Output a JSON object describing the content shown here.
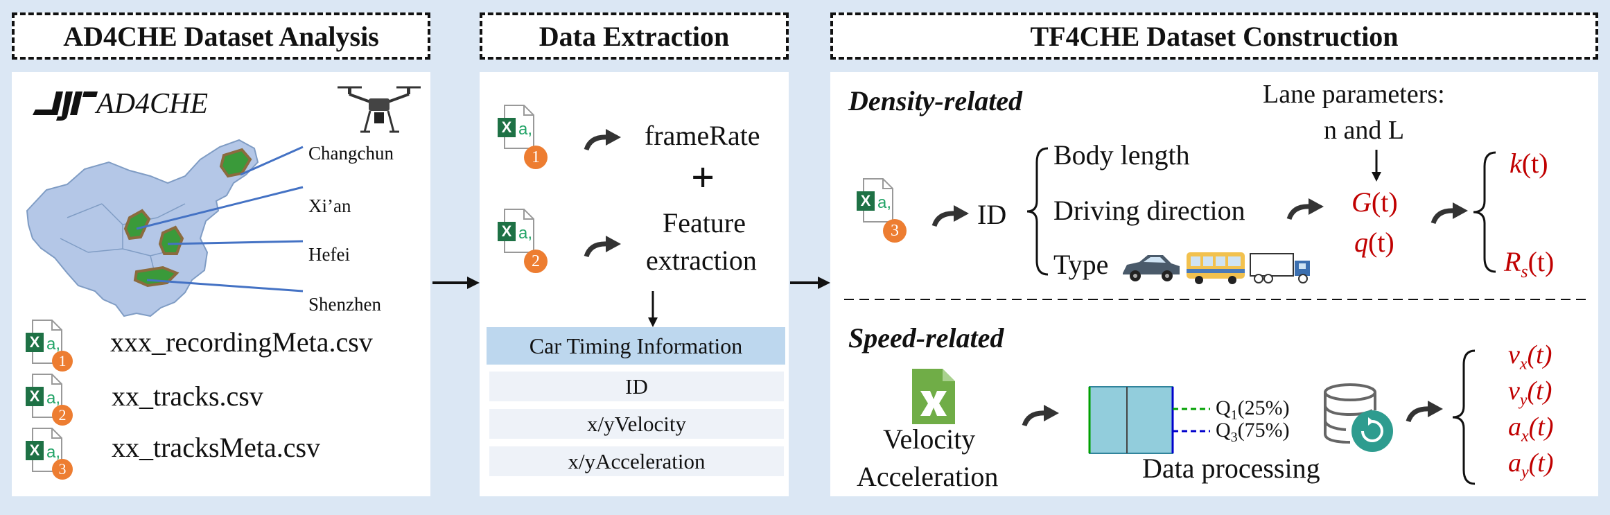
{
  "headers": {
    "analysis": "AD4CHE Dataset Analysis",
    "extraction": "Data Extraction",
    "construction": "TF4CHE Dataset Construction"
  },
  "analysis": {
    "brand": "AD4CHE",
    "cities": [
      "Changchun",
      "Xi’an",
      "Hefei",
      "Shenzhen"
    ],
    "files": [
      {
        "name": "xxx_recordingMeta.csv",
        "num": "1"
      },
      {
        "name": "xx_tracks.csv",
        "num": "2"
      },
      {
        "name": "xx_tracksMeta.csv",
        "num": "3"
      }
    ]
  },
  "extraction": {
    "frame_rate": "frameRate",
    "plus": "+",
    "feature_line1": "Feature",
    "feature_line2": "extraction",
    "file1_num": "1",
    "file2_num": "2",
    "info_header": "Car Timing Information",
    "info_rows": [
      "ID",
      "x/yVelocity",
      "x/yAcceleration"
    ]
  },
  "density": {
    "title": "Density-related",
    "lane_line1": "Lane parameters:",
    "lane_line2": "n and L",
    "file_num": "3",
    "id": "ID",
    "attrs": [
      "Body length",
      "Driving direction",
      "Type"
    ],
    "g": "G",
    "q": "q",
    "t_arg": "(t)",
    "k": "k",
    "r": "R",
    "r_sub": "s"
  },
  "speed": {
    "title": "Speed-related",
    "vel": "Velocity",
    "acc": "Acceleration",
    "q1": "Q",
    "q1_sub": "1",
    "q1_pct": "(25%)",
    "q3": "Q",
    "q3_sub": "3",
    "q3_pct": "(75%)",
    "processing": "Data processing",
    "outputs": [
      {
        "base": "v",
        "sub": "x",
        "arg": "(t)"
      },
      {
        "base": "v",
        "sub": "y",
        "arg": "(t)"
      },
      {
        "base": "a",
        "sub": "x",
        "arg": "(t)"
      },
      {
        "base": "a",
        "sub": "y",
        "arg": "(t)"
      }
    ]
  },
  "colors": {
    "background": "#dbe7f4",
    "excel_green": "#1e7145",
    "badge_orange": "#ed7d31",
    "output_red": "#c00000",
    "map_fill": "#b4c7e7",
    "info_header_bg": "#bdd7ee",
    "boxplot_fill": "#92cddc"
  }
}
